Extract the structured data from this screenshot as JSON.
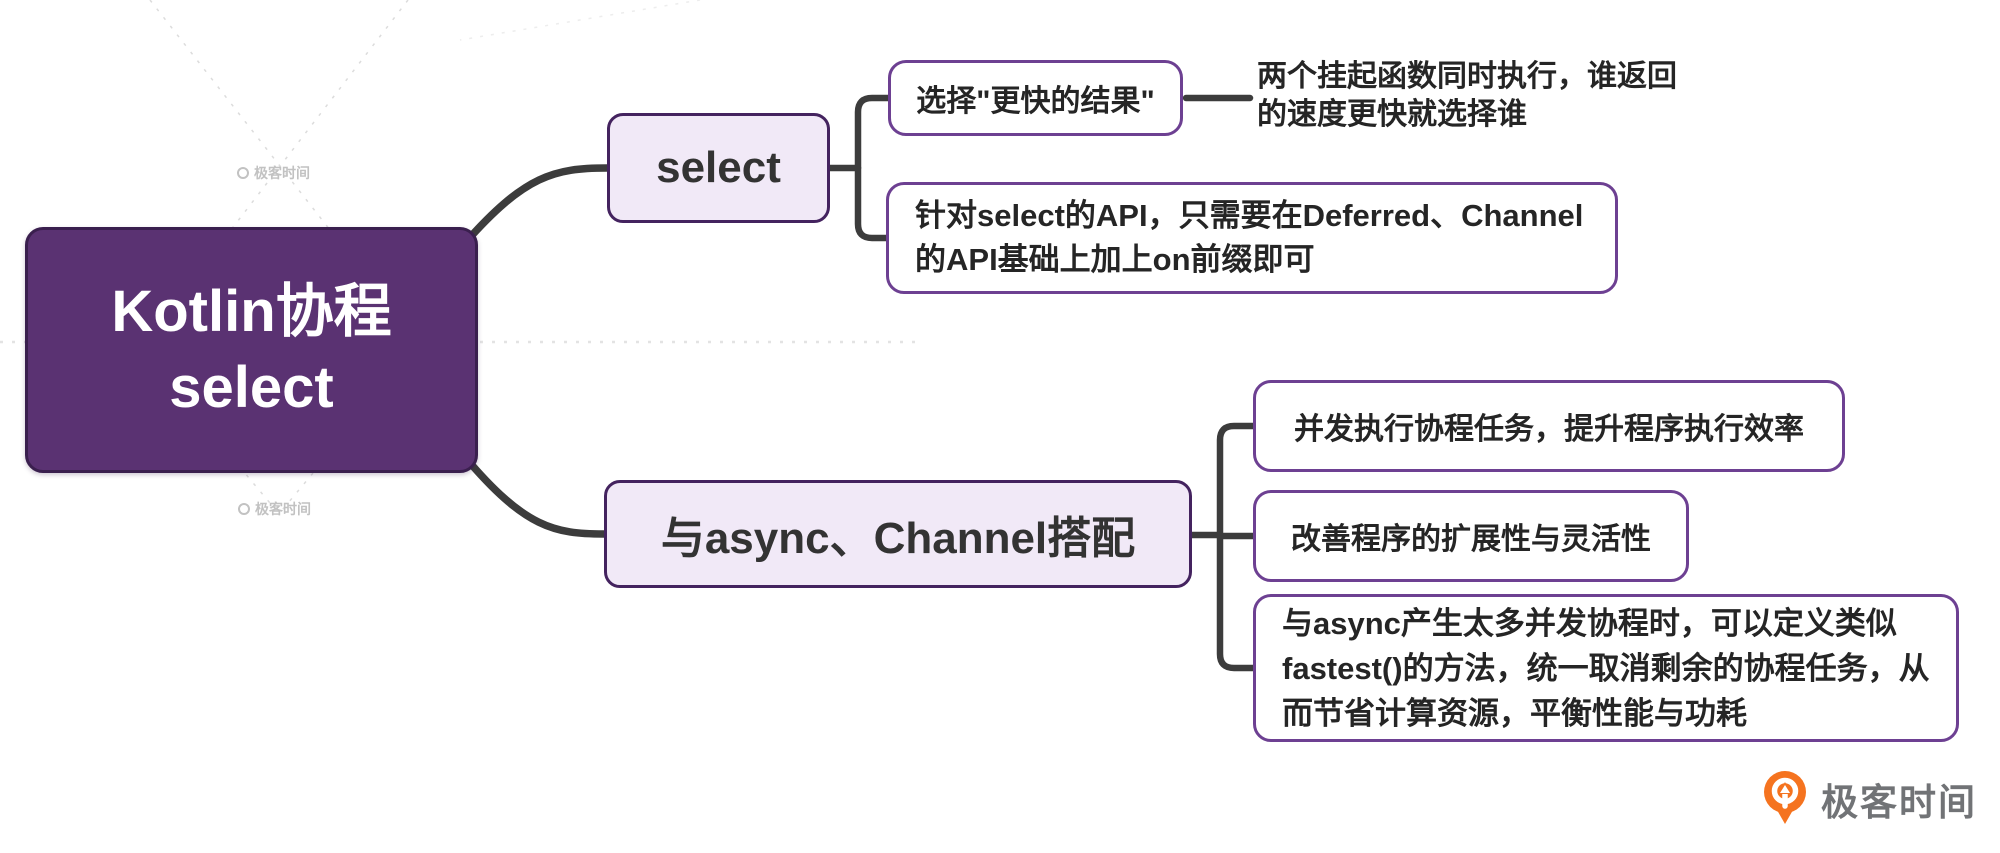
{
  "root": {
    "line1": "Kotlin协程",
    "line2": "select"
  },
  "branch_select": {
    "label": "select",
    "child_faster": {
      "label": "选择\"更快的结果\"",
      "note_line1": "两个挂起函数同时执行，谁返回",
      "note_line2": "的速度更快就选择谁"
    },
    "child_api": {
      "line1": "针对select的API，只需要在Deferred、Channel",
      "line2": "的API基础上加上on前缀即可"
    }
  },
  "branch_combo": {
    "label": "与async、Channel搭配",
    "child_concurrent": {
      "label": "并发执行协程任务，提升程序执行效率"
    },
    "child_improve": {
      "label": "改善程序的扩展性与灵活性"
    },
    "child_fastest": {
      "line1": "与async产生太多并发协程时，可以定义类似",
      "line2": "fastest()的方法，统一取消剩余的协程任务，从",
      "line3": "而节省计算资源，平衡性能与功耗"
    }
  },
  "watermark": {
    "label": "极客时间"
  },
  "logo": {
    "label": "极客时间"
  },
  "colors": {
    "root_fill": "#5a3272",
    "root_border": "#3a1f4e",
    "branch_fill": "#f1e9f7",
    "branch_border": "#44235f",
    "leaf_border": "#6d4092",
    "connector": "#3c3c3c",
    "logo_orange": "#f5731f"
  }
}
